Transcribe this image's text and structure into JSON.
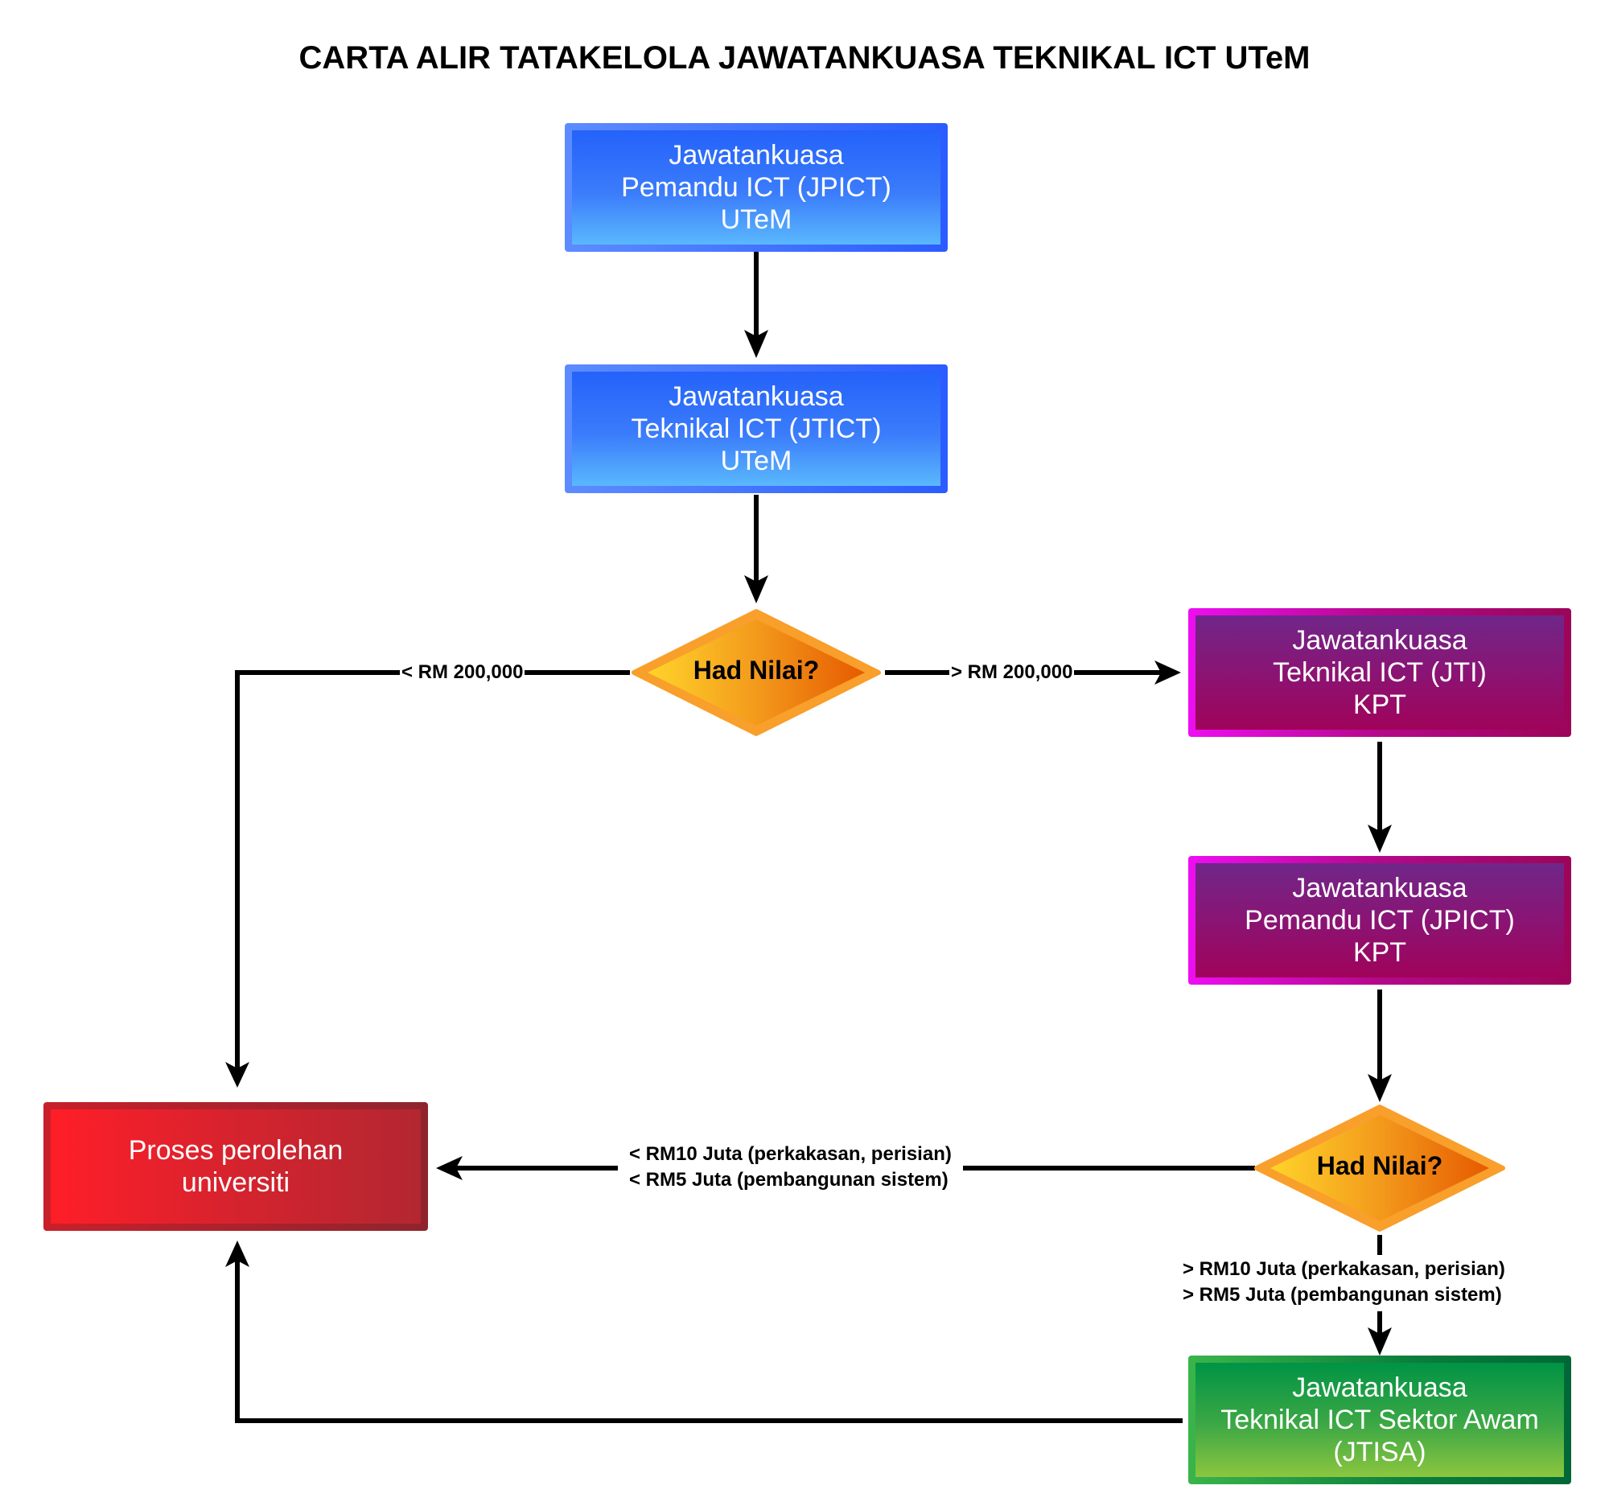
{
  "title": "CARTA ALIR TATAKELOLA JAWATANKUASA TEKNIKAL ICT UTeM",
  "nodes": {
    "jpict_utem": "Jawatankuasa\nPemandu ICT (JPICT)\nUTeM",
    "jtict_utem": "Jawatankuasa\nTeknikal ICT (JTICT)\nUTeM",
    "decision_1": "Had Nilai?",
    "jti_kpt": "Jawatankuasa\nTeknikal ICT (JTI)\nKPT",
    "jpict_kpt": "Jawatankuasa\nPemandu ICT (JPICT)\nKPT",
    "decision_2": "Had Nilai?",
    "proses_perolehan": "Proses perolehan\nuniversiti",
    "jtisa": "Jawatankuasa\nTeknikal ICT Sektor Awam\n(JTISA)"
  },
  "edges": {
    "d1_left": "< RM 200,000",
    "d1_right": "> RM 200,000",
    "d2_left": "< RM10 Juta (perkakasan, perisian)\n< RM5 Juta (pembangunan sistem)",
    "d2_down": "> RM10 Juta (perkakasan, perisian)\n> RM5 Juta (pembangunan sistem)"
  },
  "colors": {
    "blue": "#2b5cff",
    "purple": "#a0035a",
    "magenta_border": "#ee0ef2",
    "red": "#ff1e28",
    "green": "#009345",
    "orange": "#f7941d",
    "line": "#000000"
  }
}
